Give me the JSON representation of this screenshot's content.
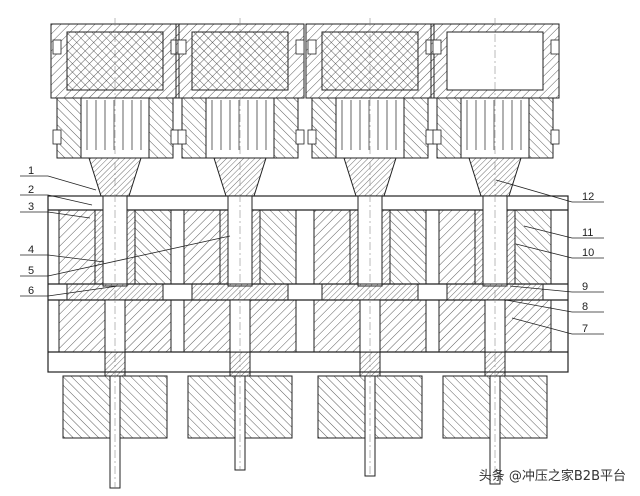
{
  "stations": 4,
  "callouts_left": [
    "1",
    "2",
    "3",
    "4",
    "5",
    "6"
  ],
  "callouts_right": [
    "12",
    "11",
    "10",
    "9",
    "8",
    "7"
  ],
  "watermark": "头条 @冲压之家B2B平台",
  "colors": {
    "line": "#222222",
    "hatch": "#333333",
    "background": "#ffffff"
  }
}
